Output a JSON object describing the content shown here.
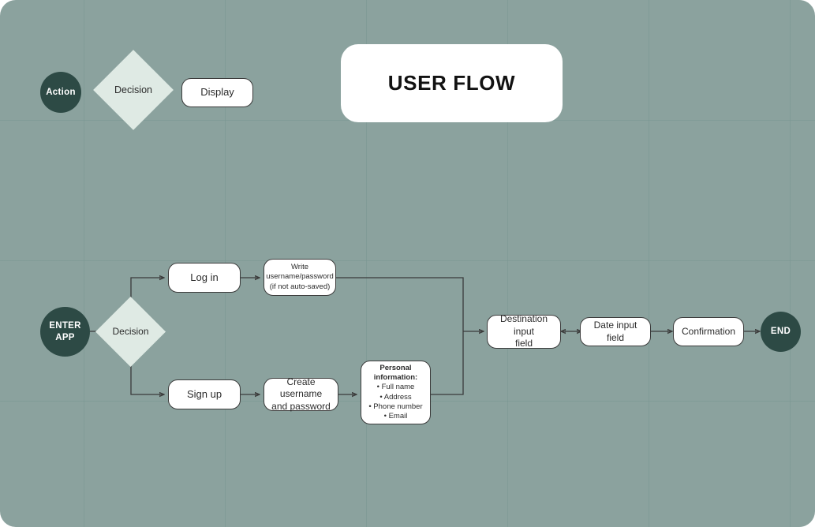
{
  "title": "USER FLOW",
  "colors": {
    "canvas_background": "#8ba29e",
    "grid_line": "#789692",
    "node_fill": "#ffffff",
    "node_stroke": "#3b3b3b",
    "terminal_fill": "#2d4a45",
    "decision_fill": "#dfeae4",
    "text": "#2b2b2b"
  },
  "legend": {
    "action": "Action",
    "decision": "Decision",
    "display": "Display"
  },
  "flow": {
    "start": "ENTER\nAPP",
    "start_line1": "ENTER",
    "start_line2": "APP",
    "decision": "Decision",
    "login": "Log in",
    "signup": "Sign up",
    "write_credentials_line1": "Write",
    "write_credentials_line2": "username/password",
    "write_credentials_line3": "(if not auto-saved)",
    "create_credentials_line1": "Create username",
    "create_credentials_line2": "and password",
    "personal_info_heading_line1": "Personal",
    "personal_info_heading_line2": "information:",
    "personal_info_items": [
      "• Full name",
      "• Address",
      "• Phone number",
      "• Email"
    ],
    "destination_line1": "Destination input",
    "destination_line2": "field",
    "date_field": "Date input field",
    "confirmation": "Confirmation",
    "end": "END"
  }
}
